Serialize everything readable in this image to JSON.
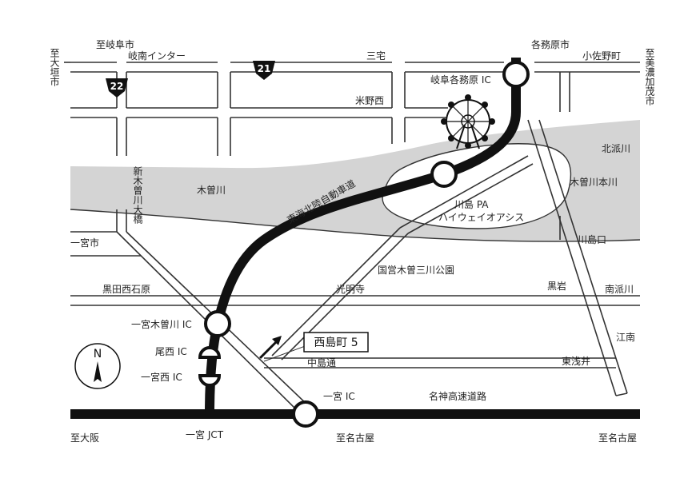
{
  "labels": {
    "to_gifu_city": "至岐阜市",
    "gifu_minami_inter": "岐南インター",
    "sanyake": "三宅",
    "kakamigahara_city": "各務原市",
    "kosano_town": "小佐野町",
    "to_ogaki_city": "至大垣市",
    "to_minokamo_city": "至美濃加茂市",
    "route22": "22",
    "route21": "21",
    "gifu_kakamigahara_ic": "岐阜各務原 IC",
    "yonenonishi": "米野西",
    "kitahagawa": "北派川",
    "shin_kisogawa_bridge": "新木曽川大橋",
    "kisogawa": "木曽川",
    "kisogawa_hongawa": "木曽川本川",
    "tokai_hokuriku_exp": "東海北陸自動車道",
    "kawashima_pa_1": "川島 PA",
    "kawashima_pa_2": "ハイウェイオアシス",
    "kawashima_guchi": "川島口",
    "ichinomiya_city": "一宮市",
    "kokuei_park": "国営木曽三川公園",
    "kurodanishiishihara": "黒田西石原",
    "komyoji": "光明寺",
    "kuroiwa": "黒岩",
    "minamihagawa": "南派川",
    "ichinomiya_kisogawa_ic": "一宮木曽川 IC",
    "nishijimacho": "西島町 5",
    "konan": "江南",
    "bisai_ic": "尾西 IC",
    "nakajima_dori": "中島通",
    "higashiasai": "東浅井",
    "ichinomiya_nishi_ic": "一宮西 IC",
    "ichinomiya_ic": "一宮 IC",
    "meishin_exp": "名神高速道路",
    "to_osaka": "至大阪",
    "ichinomiya_jct": "一宮 JCT",
    "to_nagoya_1": "至名古屋",
    "to_nagoya_2": "至名古屋",
    "north": "N"
  },
  "colors": {
    "river": "#d4d4d4",
    "road": "#333333",
    "expressway": "#111111",
    "background": "#ffffff"
  },
  "icons": {
    "ferris_wheel": "ferris-wheel-icon",
    "compass": "north-arrow-icon",
    "route_shield": "route-shield-icon"
  }
}
